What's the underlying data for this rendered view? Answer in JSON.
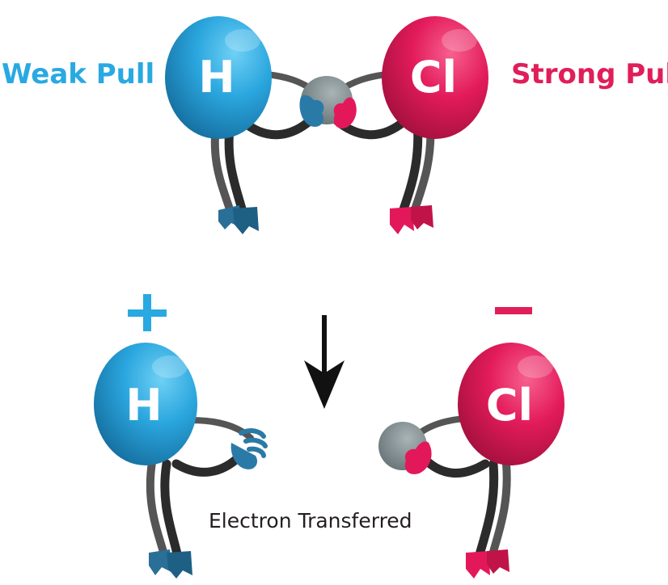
{
  "labels": {
    "weak_pull": "Weak Pull",
    "strong_pull": "Strong Pull",
    "electron_transferred": "Electron Transferred"
  },
  "atoms": {
    "hydrogen": "H",
    "chlorine": "Cl"
  },
  "charges": {
    "hydrogen": "+",
    "chlorine": "−"
  },
  "colors": {
    "hydrogen": "#1e93cc",
    "chlorine": "#e3185a",
    "electron": "#7d8a8e",
    "limb": "#2b2b2b",
    "label_blue": "#29a9e1",
    "label_red": "#e01e5a"
  },
  "icons": [
    "down-arrow-icon",
    "plus-icon",
    "minus-icon"
  ]
}
